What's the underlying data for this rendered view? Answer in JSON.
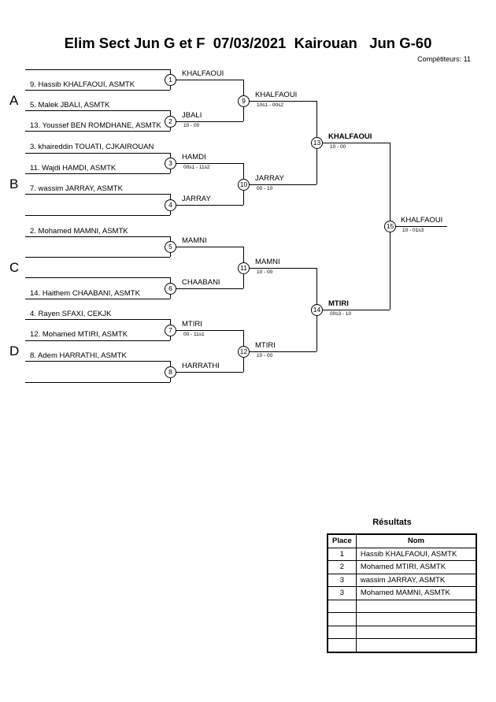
{
  "title": "Elim Sect Jun G et F  07/03/2021  Kairouan   Jun G-60",
  "competitors": "Compétiteurs: 11",
  "pools": [
    "A",
    "B",
    "C",
    "D"
  ],
  "players": [
    "9. Hassib KHALFAOUI, ASMTK",
    "5. Malek JBALI, ASMTK",
    "13. Youssef BEN ROMDHANE, ASMTK",
    "3. khaireddin TOUATI, CJKAIROUAN",
    "11. Wajdi HAMDI, ASMTK",
    "7. wassim JARRAY, ASMTK",
    "2. Mohamed MAMNI, ASMTK",
    "14. Haithem CHAABANI, ASMTK",
    "4. Rayen SFAXI, CEKJK",
    "12. Mohamed MTIRI, ASMTK",
    "8. Adem HARRATHI, ASMTK"
  ],
  "matches": [
    {
      "num": "1",
      "winner": "KHALFAOUI",
      "score": ""
    },
    {
      "num": "2",
      "winner": "JBALI",
      "score": "10 - 00"
    },
    {
      "num": "3",
      "winner": "HAMDI",
      "score": "00s1 - 11s2"
    },
    {
      "num": "4",
      "winner": "JARRAY",
      "score": ""
    },
    {
      "num": "5",
      "winner": "MAMNI",
      "score": ""
    },
    {
      "num": "6",
      "winner": "CHAABANI",
      "score": ""
    },
    {
      "num": "7",
      "winner": "MTIRI",
      "score": "00 - 11s1"
    },
    {
      "num": "8",
      "winner": "HARRATHI",
      "score": ""
    },
    {
      "num": "9",
      "winner": "KHALFAOUI",
      "score": "10s1 - 00s2"
    },
    {
      "num": "10",
      "winner": "JARRAY",
      "score": "00 - 10"
    },
    {
      "num": "11",
      "winner": "MAMNI",
      "score": "10 - 00"
    },
    {
      "num": "12",
      "winner": "MTIRI",
      "score": "10 - 00"
    },
    {
      "num": "13",
      "winner": "KHALFAOUI",
      "score": "10 - 00"
    },
    {
      "num": "14",
      "winner": "MTIRI",
      "score": "00s3 - 10"
    },
    {
      "num": "15",
      "winner": "KHALFAOUI",
      "score": "10 - 01s3"
    }
  ],
  "results": {
    "title": "Résultats",
    "headers": [
      "Place",
      "Nom"
    ],
    "rows": [
      {
        "place": "1",
        "name": "Hassib KHALFAOUI, ASMTK"
      },
      {
        "place": "2",
        "name": "Mohamed MTIRI, ASMTK"
      },
      {
        "place": "3",
        "name": "wassim JARRAY, ASMTK"
      },
      {
        "place": "3",
        "name": "Mohamed MAMNI, ASMTK"
      },
      {
        "place": "",
        "name": ""
      },
      {
        "place": "",
        "name": ""
      },
      {
        "place": "",
        "name": ""
      },
      {
        "place": "",
        "name": ""
      }
    ]
  }
}
